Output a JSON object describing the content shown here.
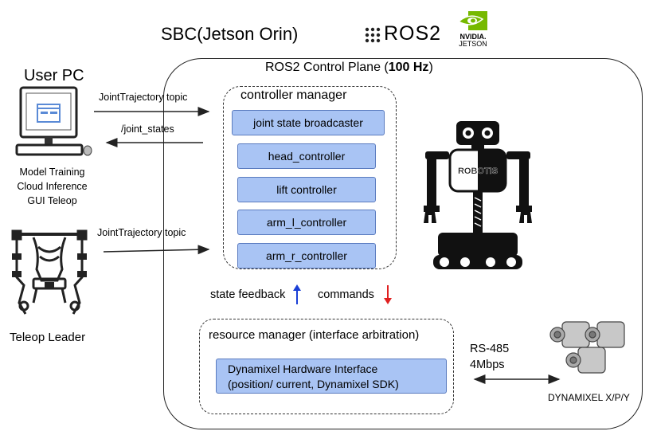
{
  "header": {
    "sbc_title": "SBC(Jetson Orin)",
    "ros2_logo_text": "ROS2",
    "nvidia_logo": {
      "line1": "NVIDIA.",
      "line2": "JETSON"
    }
  },
  "control_plane": {
    "title_prefix": "ROS2 Control Plane (",
    "title_rate": "100 Hz",
    "title_suffix": ")"
  },
  "user_pc": {
    "title": "User PC",
    "roles": [
      "Model Training",
      "Cloud Inference",
      "GUI Teleop"
    ]
  },
  "teleop_leader": {
    "label": "Teleop Leader"
  },
  "links": {
    "user_to_controller": "JointTrajectory topic",
    "controller_to_user": "/joint_states",
    "leader_to_controller": "JointTrajectory topic"
  },
  "controller_manager": {
    "title": "controller manager",
    "controllers": [
      "joint state broadcaster",
      "head_controller",
      "lift controller",
      "arm_l_controller",
      "arm_r_controller"
    ]
  },
  "feedback": {
    "state_label": "state feedback",
    "commands_label": "commands"
  },
  "resource_manager": {
    "title": "resource manager (interface arbitration)",
    "hardware_interface": {
      "line1": "Dynamixel Hardware Interface",
      "line2": "(position/ current, Dynamixel SDK)"
    }
  },
  "bus": {
    "line1": "RS-485",
    "line2": "4Mbps"
  },
  "actuators": {
    "label": "DYNAMIXEL X/P/Y"
  },
  "robot": {
    "brand": "ROBOTIS"
  },
  "colors": {
    "controller_fill": "#a9c4f4",
    "up_arrow": "#1a3fd6",
    "down_arrow": "#e02020"
  }
}
